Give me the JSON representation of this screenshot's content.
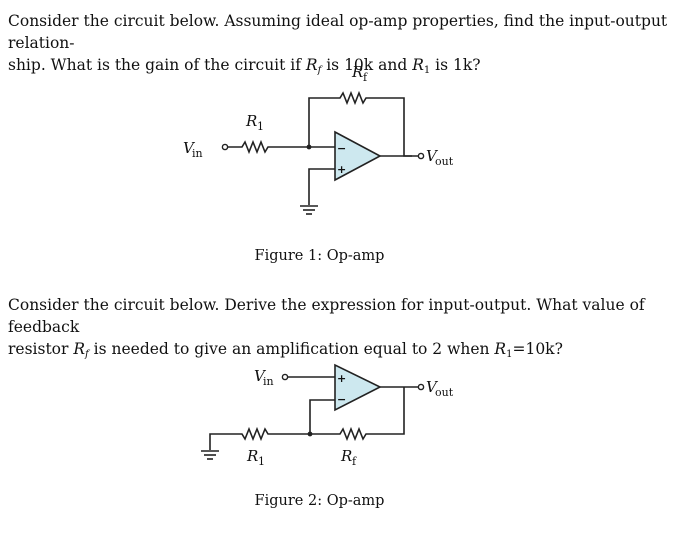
{
  "question1": {
    "text_a": "Consider the circuit below. Assuming ideal op-amp properties, find the input-output relation-",
    "text_b": "ship. What is the gain of the circuit if ",
    "rf_sym": "R",
    "rf_sub": "f",
    "text_c": " is 10k and ",
    "r1_sym": "R",
    "r1_sub": "1",
    "text_d": " is 1k?"
  },
  "figure1": {
    "rf_label": "R",
    "rf_sub": "f",
    "r1_label": "R",
    "r1_sub": "1",
    "vin_label": "V",
    "vin_sub": "in",
    "vout_label": "V",
    "vout_sub": "out",
    "minus_sign": "−",
    "plus_sign": "+",
    "caption": "Figure 1: Op-amp"
  },
  "question2": {
    "text_a": "Consider the circuit below. Derive the expression for input-output. What value of feedback",
    "text_b": "resistor ",
    "rf_sym": "R",
    "rf_sub": "f",
    "text_c": " is needed to give an amplification equal to 2 when ",
    "r1_sym": "R",
    "r1_sub": "1",
    "text_d": "=10k?"
  },
  "figure2": {
    "vin_label": "V",
    "vin_sub": "in",
    "vout_label": "V",
    "vout_sub": "out",
    "r1_label": "R",
    "r1_sub": "1",
    "rf_label": "R",
    "rf_sub": "f",
    "plus_sign": "+",
    "minus_sign": "−",
    "caption": "Figure 2: Op-amp"
  },
  "colors": {
    "opamp_fill": "#cde8ef",
    "wire": "#222222"
  }
}
